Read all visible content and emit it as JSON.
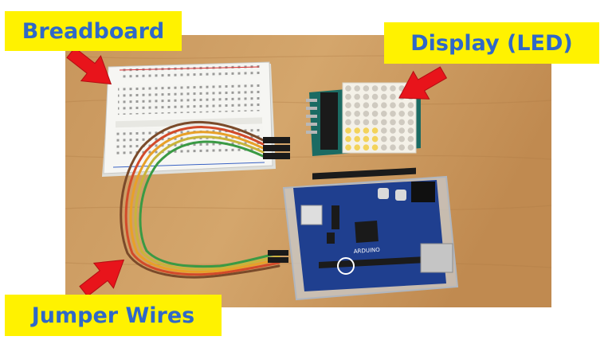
{
  "labels": {
    "breadboard": "Breadboard",
    "display": "Display (LED)",
    "jumper_wires": "Jumper Wires"
  },
  "board_text": {
    "arduino": "ARDUINO"
  },
  "colors": {
    "label_background": "#fff200",
    "label_text": "#2f68c8",
    "arrow": "#e8141b",
    "table": "#c79a62",
    "arduino_board": "#1f3f8f",
    "led_matrix": "#f4f1e8"
  },
  "icons": {
    "arrows": "red-pointer-arrow"
  }
}
